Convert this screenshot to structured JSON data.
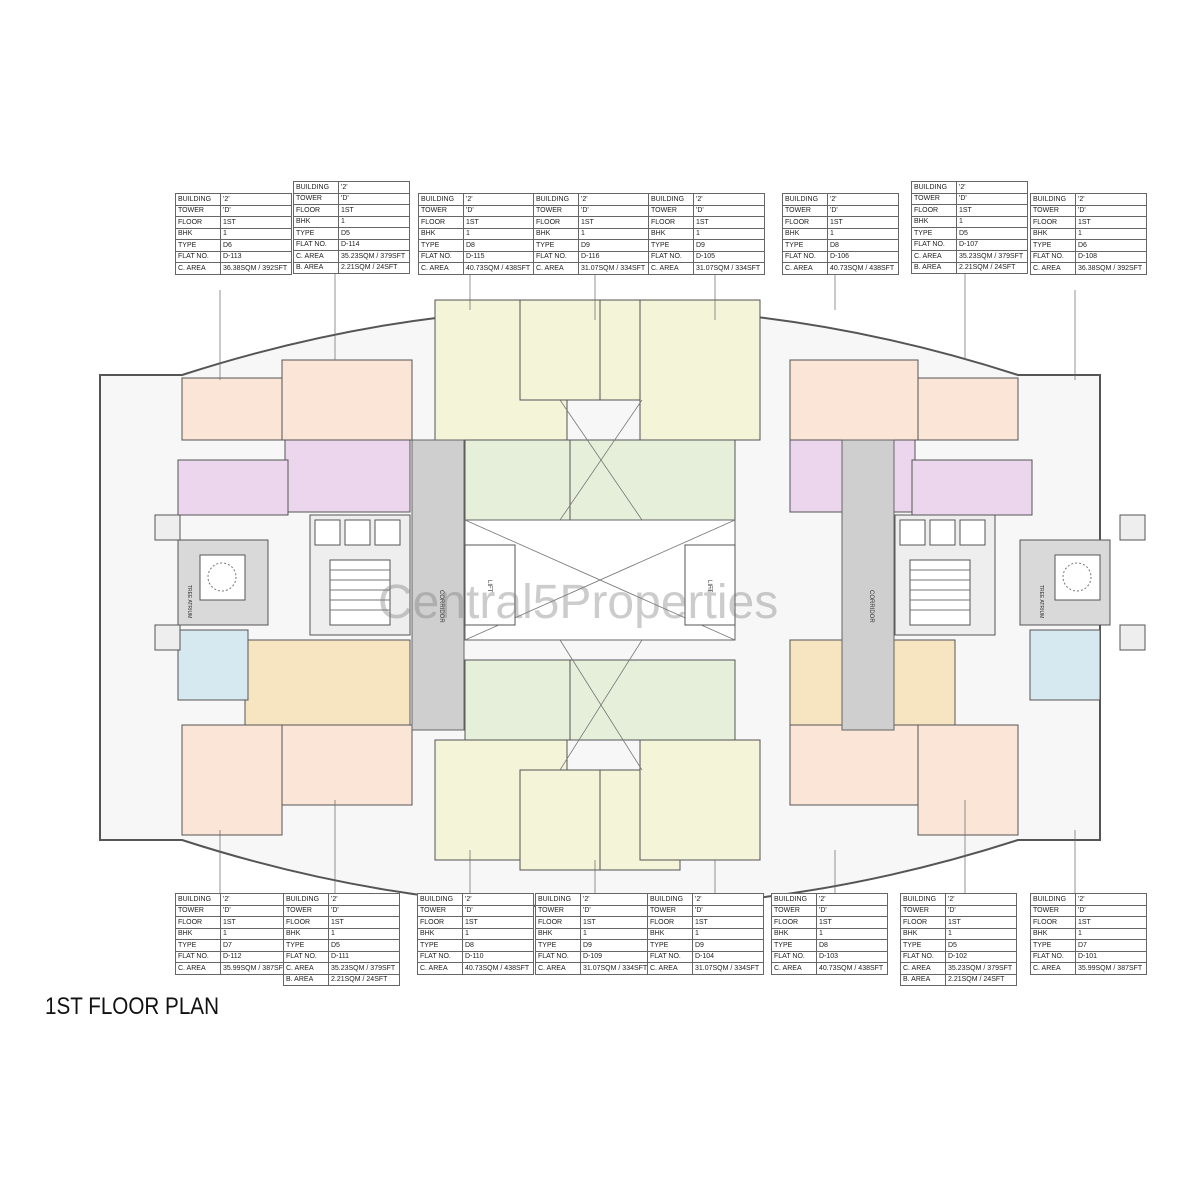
{
  "title": "1ST FLOOR PLAN",
  "watermark": "Central5Properties",
  "labels": {
    "corridor": "CORRIDOR",
    "lift": "LIFT",
    "tree_atrium": "TREE ATRIUM"
  },
  "row_keys": [
    "BUILDING",
    "TOWER",
    "FLOOR",
    "BHK",
    "TYPE",
    "FLAT NO.",
    "C. AREA",
    "B. AREA"
  ],
  "flats_top": [
    {
      "building": "'2'",
      "tower": "'D'",
      "floor": "1ST",
      "bhk": "1",
      "type": "D6",
      "flat_no": "D-113",
      "c_area": "36.38SQM / 392SFT"
    },
    {
      "building": "'2'",
      "tower": "'D'",
      "floor": "1ST",
      "bhk": "1",
      "type": "D5",
      "flat_no": "D-114",
      "c_area": "35.23SQM / 379SFT",
      "b_area": "2.21SQM / 24SFT"
    },
    {
      "building": "'2'",
      "tower": "'D'",
      "floor": "1ST",
      "bhk": "1",
      "type": "D8",
      "flat_no": "D-115",
      "c_area": "40.73SQM / 438SFT"
    },
    {
      "building": "'2'",
      "tower": "'D'",
      "floor": "1ST",
      "bhk": "1",
      "type": "D9",
      "flat_no": "D-116",
      "c_area": "31.07SQM / 334SFT"
    },
    {
      "building": "'2'",
      "tower": "'D'",
      "floor": "1ST",
      "bhk": "1",
      "type": "D9",
      "flat_no": "D-105",
      "c_area": "31.07SQM / 334SFT"
    },
    {
      "building": "'2'",
      "tower": "'D'",
      "floor": "1ST",
      "bhk": "1",
      "type": "D8",
      "flat_no": "D-106",
      "c_area": "40.73SQM / 438SFT"
    },
    {
      "building": "'2'",
      "tower": "'D'",
      "floor": "1ST",
      "bhk": "1",
      "type": "D5",
      "flat_no": "D-107",
      "c_area": "35.23SQM / 379SFT",
      "b_area": "2.21SQM / 24SFT"
    },
    {
      "building": "'2'",
      "tower": "'D'",
      "floor": "1ST",
      "bhk": "1",
      "type": "D6",
      "flat_no": "D-108",
      "c_area": "36.38SQM / 392SFT"
    }
  ],
  "flats_bottom": [
    {
      "building": "'2'",
      "tower": "'D'",
      "floor": "1ST",
      "bhk": "1",
      "type": "D7",
      "flat_no": "D-112",
      "c_area": "35.99SQM / 387SFT"
    },
    {
      "building": "'2'",
      "tower": "'D'",
      "floor": "1ST",
      "bhk": "1",
      "type": "D5",
      "flat_no": "D-111",
      "c_area": "35.23SQM / 379SFT",
      "b_area": "2.21SQM / 24SFT"
    },
    {
      "building": "'2'",
      "tower": "'D'",
      "floor": "1ST",
      "bhk": "1",
      "type": "D8",
      "flat_no": "D-110",
      "c_area": "40.73SQM / 438SFT"
    },
    {
      "building": "'2'",
      "tower": "'D'",
      "floor": "1ST",
      "bhk": "1",
      "type": "D9",
      "flat_no": "D-109",
      "c_area": "31.07SQM / 334SFT"
    },
    {
      "building": "'2'",
      "tower": "'D'",
      "floor": "1ST",
      "bhk": "1",
      "type": "D9",
      "flat_no": "D-104",
      "c_area": "31.07SQM / 334SFT"
    },
    {
      "building": "'2'",
      "tower": "'D'",
      "floor": "1ST",
      "bhk": "1",
      "type": "D8",
      "flat_no": "D-103",
      "c_area": "40.73SQM / 438SFT"
    },
    {
      "building": "'2'",
      "tower": "'D'",
      "floor": "1ST",
      "bhk": "1",
      "type": "D5",
      "flat_no": "D-102",
      "c_area": "35.23SQM / 379SFT",
      "b_area": "2.21SQM / 24SFT"
    },
    {
      "building": "'2'",
      "tower": "'D'",
      "floor": "1ST",
      "bhk": "1",
      "type": "D7",
      "flat_no": "D-101",
      "c_area": "35.99SQM / 387SFT"
    }
  ],
  "colors": {
    "peach": "#fbe5d6",
    "pink": "#ecd6ee",
    "yellow": "#f3f4d8",
    "green": "#e6efd9",
    "tan": "#f7e5c2",
    "blue": "#d6e8f0",
    "corridor": "#cfcfcf"
  }
}
